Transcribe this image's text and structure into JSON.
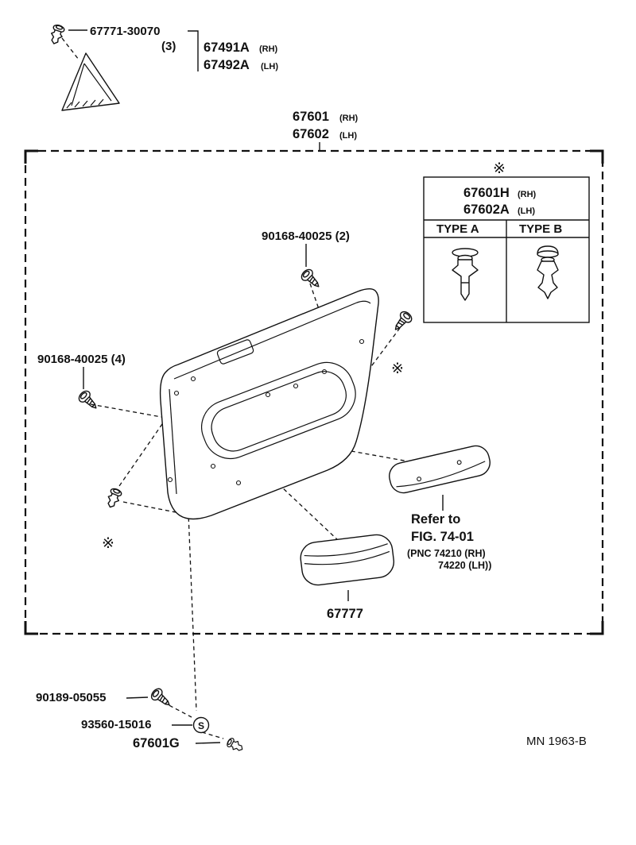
{
  "parts": {
    "retainer_top": {
      "number": "67771-30070",
      "qty": "(3)"
    },
    "corner_trim": {
      "rh": "67491A",
      "rh_tag": "(RH)",
      "lh": "67492A",
      "lh_tag": "(LH)"
    },
    "door_trim": {
      "rh": "67601",
      "rh_tag": "(RH)",
      "lh": "67602",
      "lh_tag": "(LH)"
    },
    "inset": {
      "marker": "※",
      "rh": "67601H",
      "rh_tag": "(RH)",
      "lh": "67602A",
      "lh_tag": "(LH)",
      "type_a": "TYPE A",
      "type_b": "TYPE B"
    },
    "screws": {
      "upper": "90168-40025 (2)",
      "left": "90168-40025 (4)"
    },
    "markers": {
      "right": "※",
      "left": "※"
    },
    "armrest_ref": {
      "line1": "Refer to",
      "line2": "FIG. 74-01",
      "line3": "(PNC 74210 (RH)",
      "line4": "74220 (LH))"
    },
    "pocket": {
      "number": "67777"
    },
    "bottom": {
      "screw": "90189-05055",
      "grommet": "93560-15016",
      "symbol": "S",
      "retainer": "67601G"
    }
  },
  "footer": {
    "code": "MN 1963-B"
  }
}
